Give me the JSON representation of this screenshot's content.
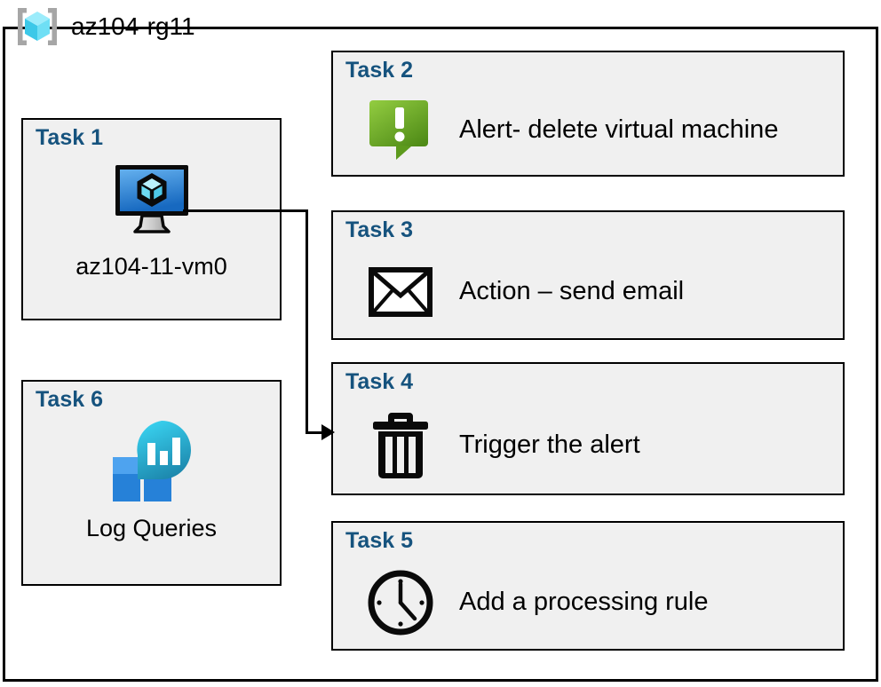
{
  "resource_group": {
    "name": "az104-rg11",
    "icon": "azure-resource-group-icon"
  },
  "colors": {
    "task_title": "#16537e",
    "box_fill": "#f0f0f0",
    "box_border": "#000000",
    "alert_green_light": "#8cc63e",
    "alert_green_dark": "#5c9a1f",
    "vm_blue_light": "#5aa7e8",
    "vm_blue_dark": "#1b6ec2",
    "log_cyan": "#32c5e6",
    "log_teal": "#1f8db1",
    "log_square_light": "#4ea3ef",
    "log_square_dark": "#2681d8",
    "rg_cube_cyan": "#48d7f2",
    "rg_bracket_gray": "#a6a6a6"
  },
  "tasks": [
    {
      "id": "task1",
      "title": "Task 1",
      "caption": "az104-11-vm0",
      "icon": "virtual-machine-icon",
      "column": "left"
    },
    {
      "id": "task2",
      "title": "Task 2",
      "caption": "Alert- delete virtual machine",
      "icon": "alert-exclamation-bubble-icon",
      "column": "right"
    },
    {
      "id": "task3",
      "title": "Task 3",
      "caption": "Action – send email",
      "icon": "envelope-icon",
      "column": "right"
    },
    {
      "id": "task4",
      "title": "Task 4",
      "caption": "Trigger the alert",
      "icon": "trash-can-icon",
      "column": "right"
    },
    {
      "id": "task5",
      "title": "Task 5",
      "caption": "Add a processing rule",
      "icon": "clock-icon",
      "column": "right"
    },
    {
      "id": "task6",
      "title": "Task 6",
      "caption": "Log Queries",
      "icon": "log-analytics-icon",
      "column": "left"
    }
  ],
  "connector": {
    "from": "task1-virtual-machine-icon",
    "to": "task4-box",
    "style": "elbow-arrow"
  }
}
